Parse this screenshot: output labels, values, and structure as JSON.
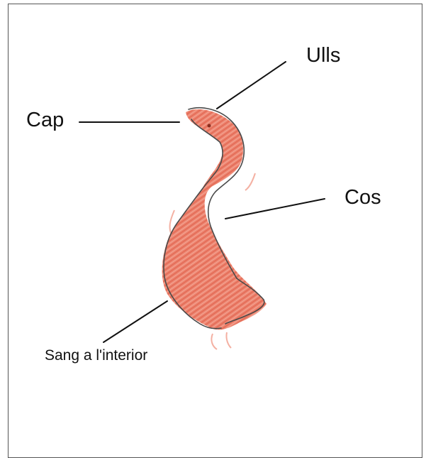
{
  "drawing": {
    "labels": {
      "eyes": "Ulls",
      "head": "Cap",
      "body": "Cos",
      "blood": "Sang a l'interior"
    },
    "colors": {
      "fill": "#e8705a",
      "fill_light": "#f09a88",
      "outline": "#4a4a4a",
      "leader_line": "#111111",
      "eye": "#8a2e1f"
    }
  }
}
